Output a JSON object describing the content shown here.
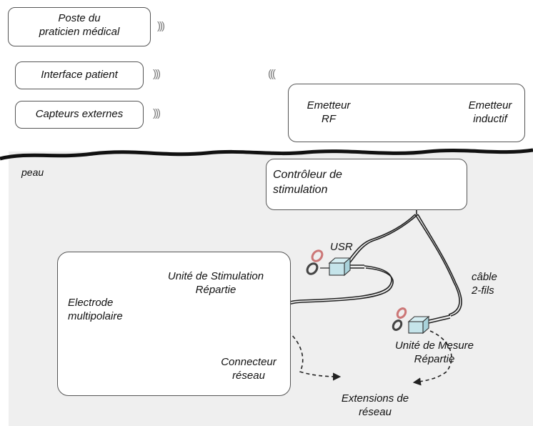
{
  "top": {
    "poste_line1": "Poste du",
    "poste_line2": "praticien médical",
    "interface": "Interface patient",
    "capteurs": "Capteurs externes",
    "emetteur_rf_line1": "Emetteur",
    "emetteur_rf_line2": "RF",
    "emetteur_ind_line1": "Emetteur",
    "emetteur_ind_line2": "inductif"
  },
  "bottom": {
    "peau": "peau",
    "controleur_line1": "Contrôleur de",
    "controleur_line2": "stimulation",
    "usr": "USR",
    "usr_full_line1": "Unité de Stimulation",
    "usr_full_line2": "Répartie",
    "electrode_line1": "Electrode",
    "electrode_line2": "multipolaire",
    "connecteur_line1": "Connecteur",
    "connecteur_line2": "réseau",
    "cable_line1": "câble",
    "cable_line2": "2-fils",
    "umr_line1": "Unité de Mesure",
    "umr_line2": "Répartie",
    "extensions_line1": "Extensions de",
    "extensions_line2": "réseau"
  },
  "colors": {
    "body_area": "#efefef",
    "component_fill": "#c5e4ea",
    "electrode_ring": "#d98f8f",
    "skin_line": "#111111"
  }
}
